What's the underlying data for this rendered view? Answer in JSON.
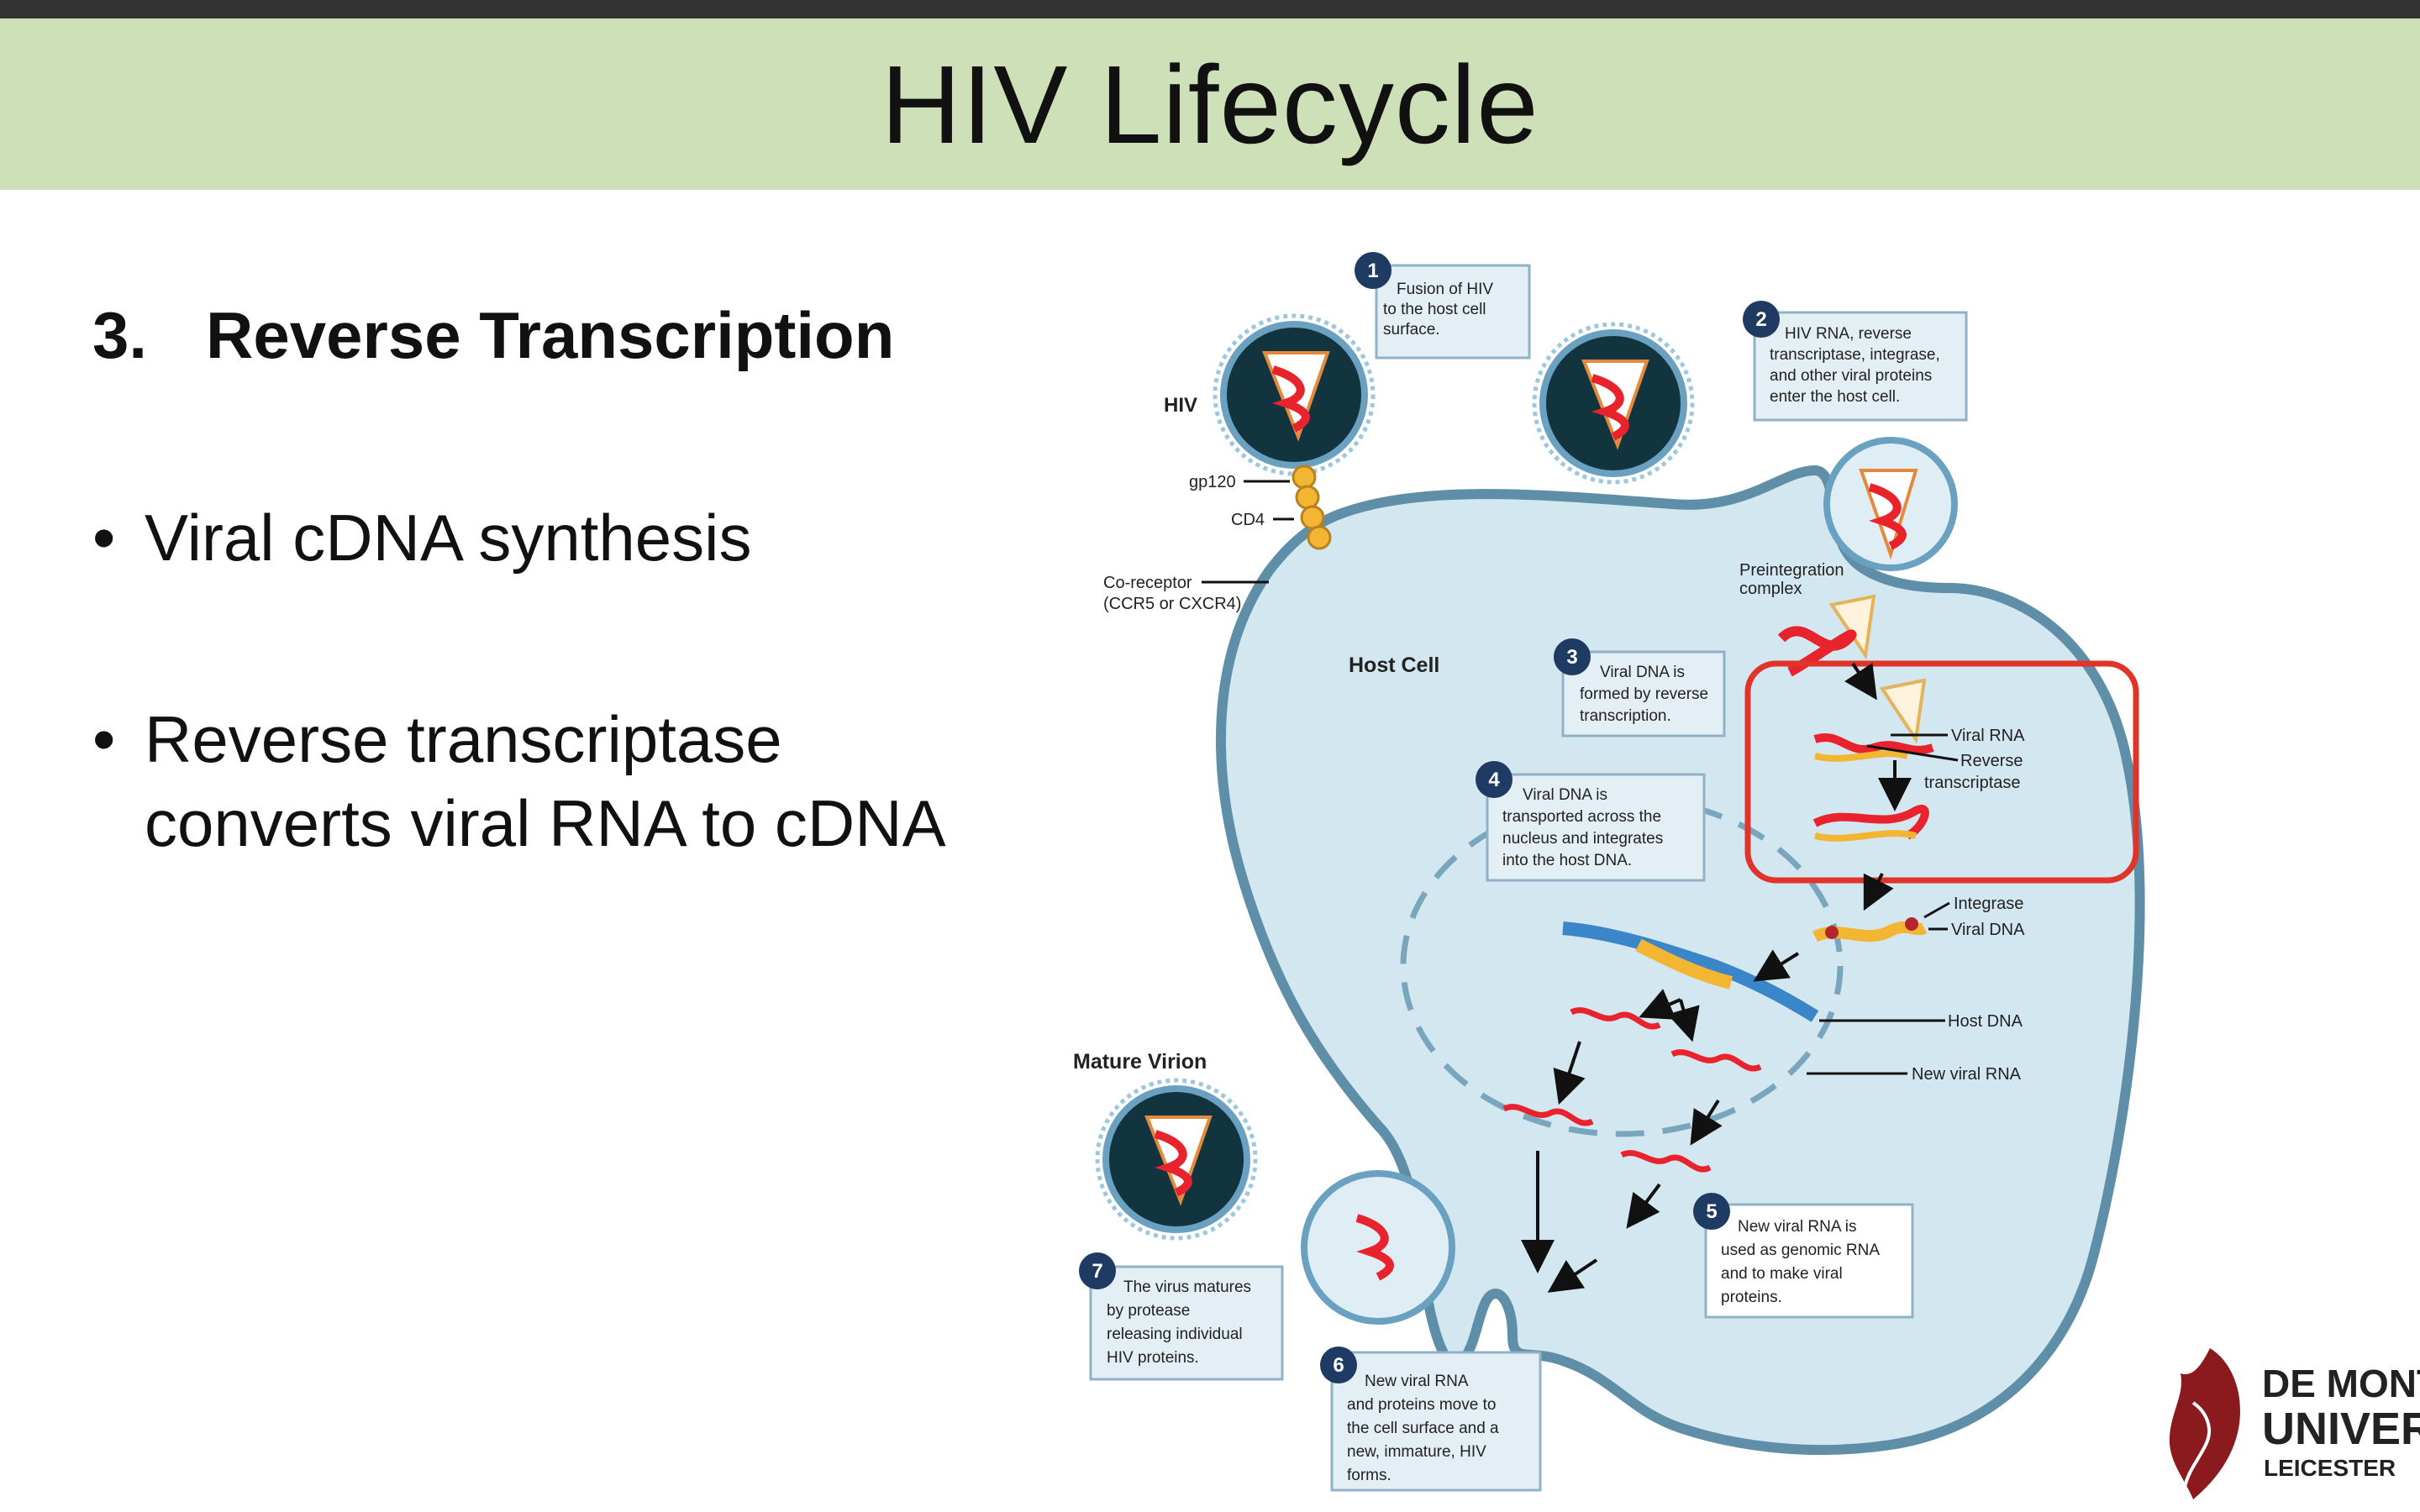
{
  "slide": {
    "title": "HIV Lifecycle",
    "heading_number": "3.",
    "heading_text": "Reverse Transcription",
    "bullets": [
      "Viral cDNA synthesis",
      "Reverse transcriptase",
      "converts viral RNA to cDNA"
    ],
    "bullet_glyph": "•"
  },
  "diagram": {
    "labels": {
      "hiv": "HIV",
      "gp120": "gp120",
      "cd4": "CD4",
      "coreceptor_1": "Co-receptor",
      "coreceptor_2": "(CCR5 or CXCR4)",
      "host_cell": "Host Cell",
      "preintegration_1": "Preintegration",
      "preintegration_2": "complex",
      "viral_rna": "Viral RNA",
      "rt_1": "Reverse",
      "rt_2": "transcriptase",
      "integrase": "Integrase",
      "viral_dna": "Viral DNA",
      "host_dna": "Host DNA",
      "new_viral_rna": "New viral RNA",
      "mature_virion": "Mature Virion"
    },
    "steps": [
      {
        "number": "1",
        "lines": [
          "Fusion of  HIV",
          "to the host cell",
          "surface."
        ]
      },
      {
        "number": "2",
        "lines": [
          "HIV RNA, reverse",
          "transcriptase, integrase,",
          "and other viral proteins",
          "enter the host cell."
        ]
      },
      {
        "number": "3",
        "lines": [
          "Viral DNA is",
          "formed by reverse",
          "transcription."
        ]
      },
      {
        "number": "4",
        "lines": [
          "Viral DNA is",
          "transported across the",
          "nucleus and integrates",
          "into the host DNA."
        ]
      },
      {
        "number": "5",
        "lines": [
          "New viral RNA is",
          "used as genomic RNA",
          "and to make viral",
          "proteins."
        ]
      },
      {
        "number": "6",
        "lines": [
          "New viral RNA",
          "and proteins move to",
          "the cell surface and a",
          "new, immature, HIV",
          "forms."
        ]
      },
      {
        "number": "7",
        "lines": [
          "The virus matures",
          "by protease",
          "releasing individual",
          "HIV proteins."
        ]
      }
    ],
    "colors": {
      "cell_fill": "#d3e7f0",
      "membrane": "#5f8fa8",
      "highlight_box": "#e0342b",
      "step_badge": "#1f3b63",
      "rna": "#e8232e",
      "protein_yellow": "#f2b632"
    }
  },
  "logo": {
    "line1": "DE MONT",
    "line2": "UNIVER",
    "line3": "LEICESTER"
  }
}
